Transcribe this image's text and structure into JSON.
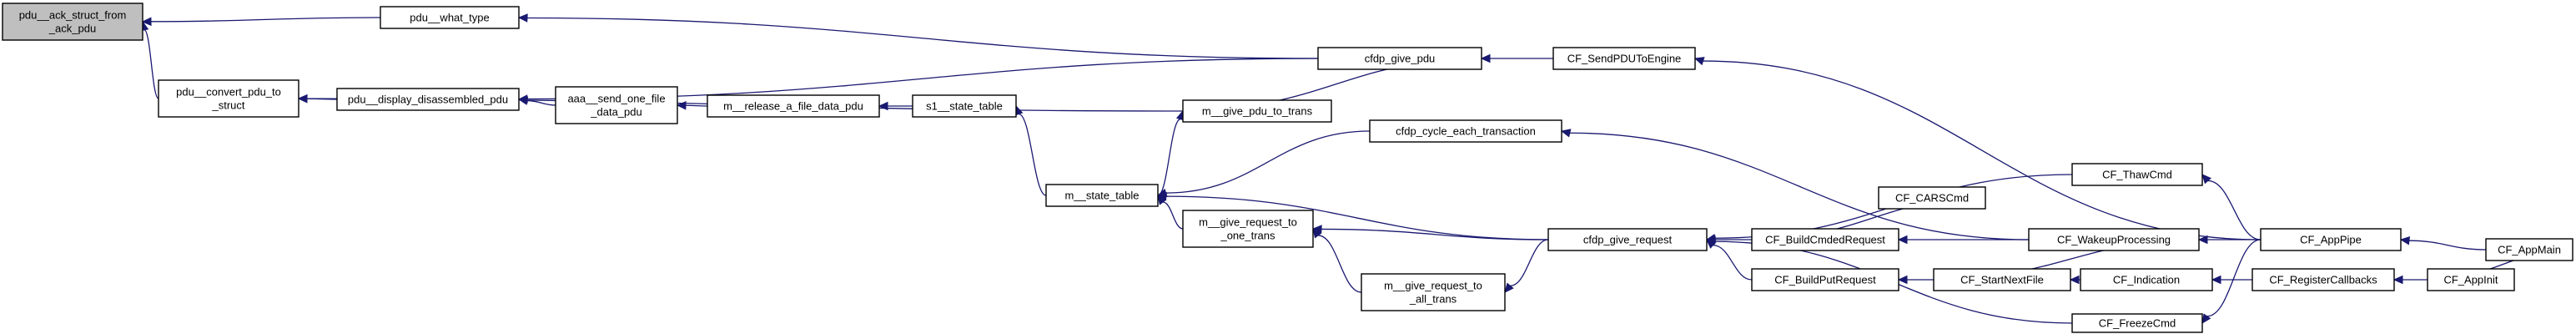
{
  "diagram": {
    "nodes": [
      {
        "id": "n_pdu_ack",
        "lines": [
          "pdu__ack_struct_from",
          "_ack_pdu"
        ],
        "root": true
      },
      {
        "id": "n_convert",
        "lines": [
          "pdu__convert_pdu_to",
          "_struct"
        ]
      },
      {
        "id": "n_what_type",
        "lines": [
          "pdu__what_type"
        ]
      },
      {
        "id": "n_display",
        "lines": [
          "pdu__display_disassembled_pdu"
        ]
      },
      {
        "id": "n_cfdp_give_pdu",
        "lines": [
          "cfdp_give_pdu"
        ]
      },
      {
        "id": "n_sendpdu",
        "lines": [
          "CF_SendPDUToEngine"
        ]
      },
      {
        "id": "n_aaa",
        "lines": [
          "aaa__send_one_file",
          "_data_pdu"
        ]
      },
      {
        "id": "n_release",
        "lines": [
          "m__release_a_file_data_pdu"
        ]
      },
      {
        "id": "n_s1",
        "lines": [
          "s1__state_table"
        ]
      },
      {
        "id": "n_give_pdu_trans",
        "lines": [
          "m__give_pdu_to_trans"
        ]
      },
      {
        "id": "n_state_table",
        "lines": [
          "m__state_table"
        ]
      },
      {
        "id": "n_cycle",
        "lines": [
          "cfdp_cycle_each_transaction"
        ]
      },
      {
        "id": "n_req_one",
        "lines": [
          "m__give_request_to",
          "_one_trans"
        ]
      },
      {
        "id": "n_req_all",
        "lines": [
          "m__give_request_to",
          "_all_trans"
        ]
      },
      {
        "id": "n_give_request",
        "lines": [
          "cfdp_give_request"
        ]
      },
      {
        "id": "n_thaw",
        "lines": [
          "CF_ThawCmd"
        ]
      },
      {
        "id": "n_build_cmded",
        "lines": [
          "CF_BuildCmdedRequest"
        ]
      },
      {
        "id": "n_cars",
        "lines": [
          "CF_CARSCmd"
        ]
      },
      {
        "id": "n_wakeup",
        "lines": [
          "CF_WakeupProcessing"
        ]
      },
      {
        "id": "n_build_put",
        "lines": [
          "CF_BuildPutRequest"
        ]
      },
      {
        "id": "n_start_next",
        "lines": [
          "CF_StartNextFile"
        ]
      },
      {
        "id": "n_indication",
        "lines": [
          "CF_Indication"
        ]
      },
      {
        "id": "n_register",
        "lines": [
          "CF_RegisterCallbacks"
        ]
      },
      {
        "id": "n_freeze",
        "lines": [
          "CF_FreezeCmd"
        ]
      },
      {
        "id": "n_apppipe",
        "lines": [
          "CF_AppPipe"
        ]
      },
      {
        "id": "n_appinit",
        "lines": [
          "CF_AppInit"
        ]
      },
      {
        "id": "n_appmain",
        "lines": [
          "CF_AppMain"
        ]
      }
    ],
    "edges": [
      {
        "from": "n_convert",
        "to": "n_pdu_ack"
      },
      {
        "from": "n_what_type",
        "to": "n_pdu_ack"
      },
      {
        "from": "n_display",
        "to": "n_convert"
      },
      {
        "from": "n_give_pdu_trans",
        "to": "n_convert"
      },
      {
        "from": "n_cfdp_give_pdu",
        "to": "n_what_type"
      },
      {
        "from": "n_cfdp_give_pdu",
        "to": "n_display"
      },
      {
        "from": "n_aaa",
        "to": "n_display"
      },
      {
        "from": "n_sendpdu",
        "to": "n_cfdp_give_pdu"
      },
      {
        "from": "n_release",
        "to": "n_aaa"
      },
      {
        "from": "n_s1",
        "to": "n_release"
      },
      {
        "from": "n_state_table",
        "to": "n_s1"
      },
      {
        "from": "n_cfdp_give_pdu",
        "to": "n_give_pdu_trans"
      },
      {
        "from": "n_state_table",
        "to": "n_give_pdu_trans"
      },
      {
        "from": "n_cycle",
        "to": "n_state_table"
      },
      {
        "from": "n_give_request",
        "to": "n_state_table"
      },
      {
        "from": "n_req_one",
        "to": "n_state_table"
      },
      {
        "from": "n_give_request",
        "to": "n_req_one"
      },
      {
        "from": "n_req_all",
        "to": "n_req_one"
      },
      {
        "from": "n_give_request",
        "to": "n_req_all"
      },
      {
        "from": "n_wakeup",
        "to": "n_cycle"
      },
      {
        "from": "n_thaw",
        "to": "n_give_request"
      },
      {
        "from": "n_build_cmded",
        "to": "n_give_request"
      },
      {
        "from": "n_build_put",
        "to": "n_give_request"
      },
      {
        "from": "n_freeze",
        "to": "n_give_request"
      },
      {
        "from": "n_cars",
        "to": "n_build_cmded"
      },
      {
        "from": "n_wakeup",
        "to": "n_build_cmded"
      },
      {
        "from": "n_start_next",
        "to": "n_build_put"
      },
      {
        "from": "n_wakeup",
        "to": "n_start_next"
      },
      {
        "from": "n_indication",
        "to": "n_start_next"
      },
      {
        "from": "n_apppipe",
        "to": "n_thaw"
      },
      {
        "from": "n_apppipe",
        "to": "n_wakeup"
      },
      {
        "from": "n_register",
        "to": "n_indication"
      },
      {
        "from": "n_apppipe",
        "to": "n_freeze"
      },
      {
        "from": "n_apppipe",
        "to": "n_sendpdu"
      },
      {
        "from": "n_appinit",
        "to": "n_register"
      },
      {
        "from": "n_appmain",
        "to": "n_apppipe"
      },
      {
        "from": "n_appmain",
        "to": "n_appinit"
      }
    ]
  },
  "colors": {
    "edge": "#191970",
    "root_fill": "#bfbfbf",
    "node_fill": "#ffffff",
    "node_stroke": "#000000"
  }
}
